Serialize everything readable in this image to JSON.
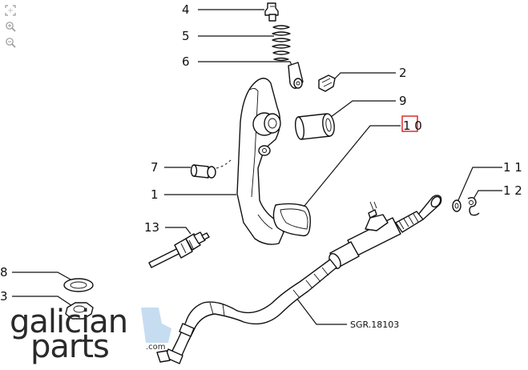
{
  "callouts": [
    {
      "label": "4"
    },
    {
      "label": "5"
    },
    {
      "label": "6"
    },
    {
      "label": "2"
    },
    {
      "label": "9"
    },
    {
      "label": "1 0"
    },
    {
      "label": "7"
    },
    {
      "label": "1"
    },
    {
      "label": "1 1"
    },
    {
      "label": "1 2"
    },
    {
      "label": "13"
    },
    {
      "label": "8"
    },
    {
      "label": "3"
    }
  ],
  "reference_code": "SGR.18103",
  "watermark": {
    "line1": "galician",
    "line2": "parts",
    "suffix": ".com"
  },
  "highlight_color": "#d81e1e",
  "toolbar": [
    {
      "icon": "fit-icon"
    },
    {
      "icon": "zoom-in-icon"
    },
    {
      "icon": "zoom-out-icon"
    }
  ]
}
